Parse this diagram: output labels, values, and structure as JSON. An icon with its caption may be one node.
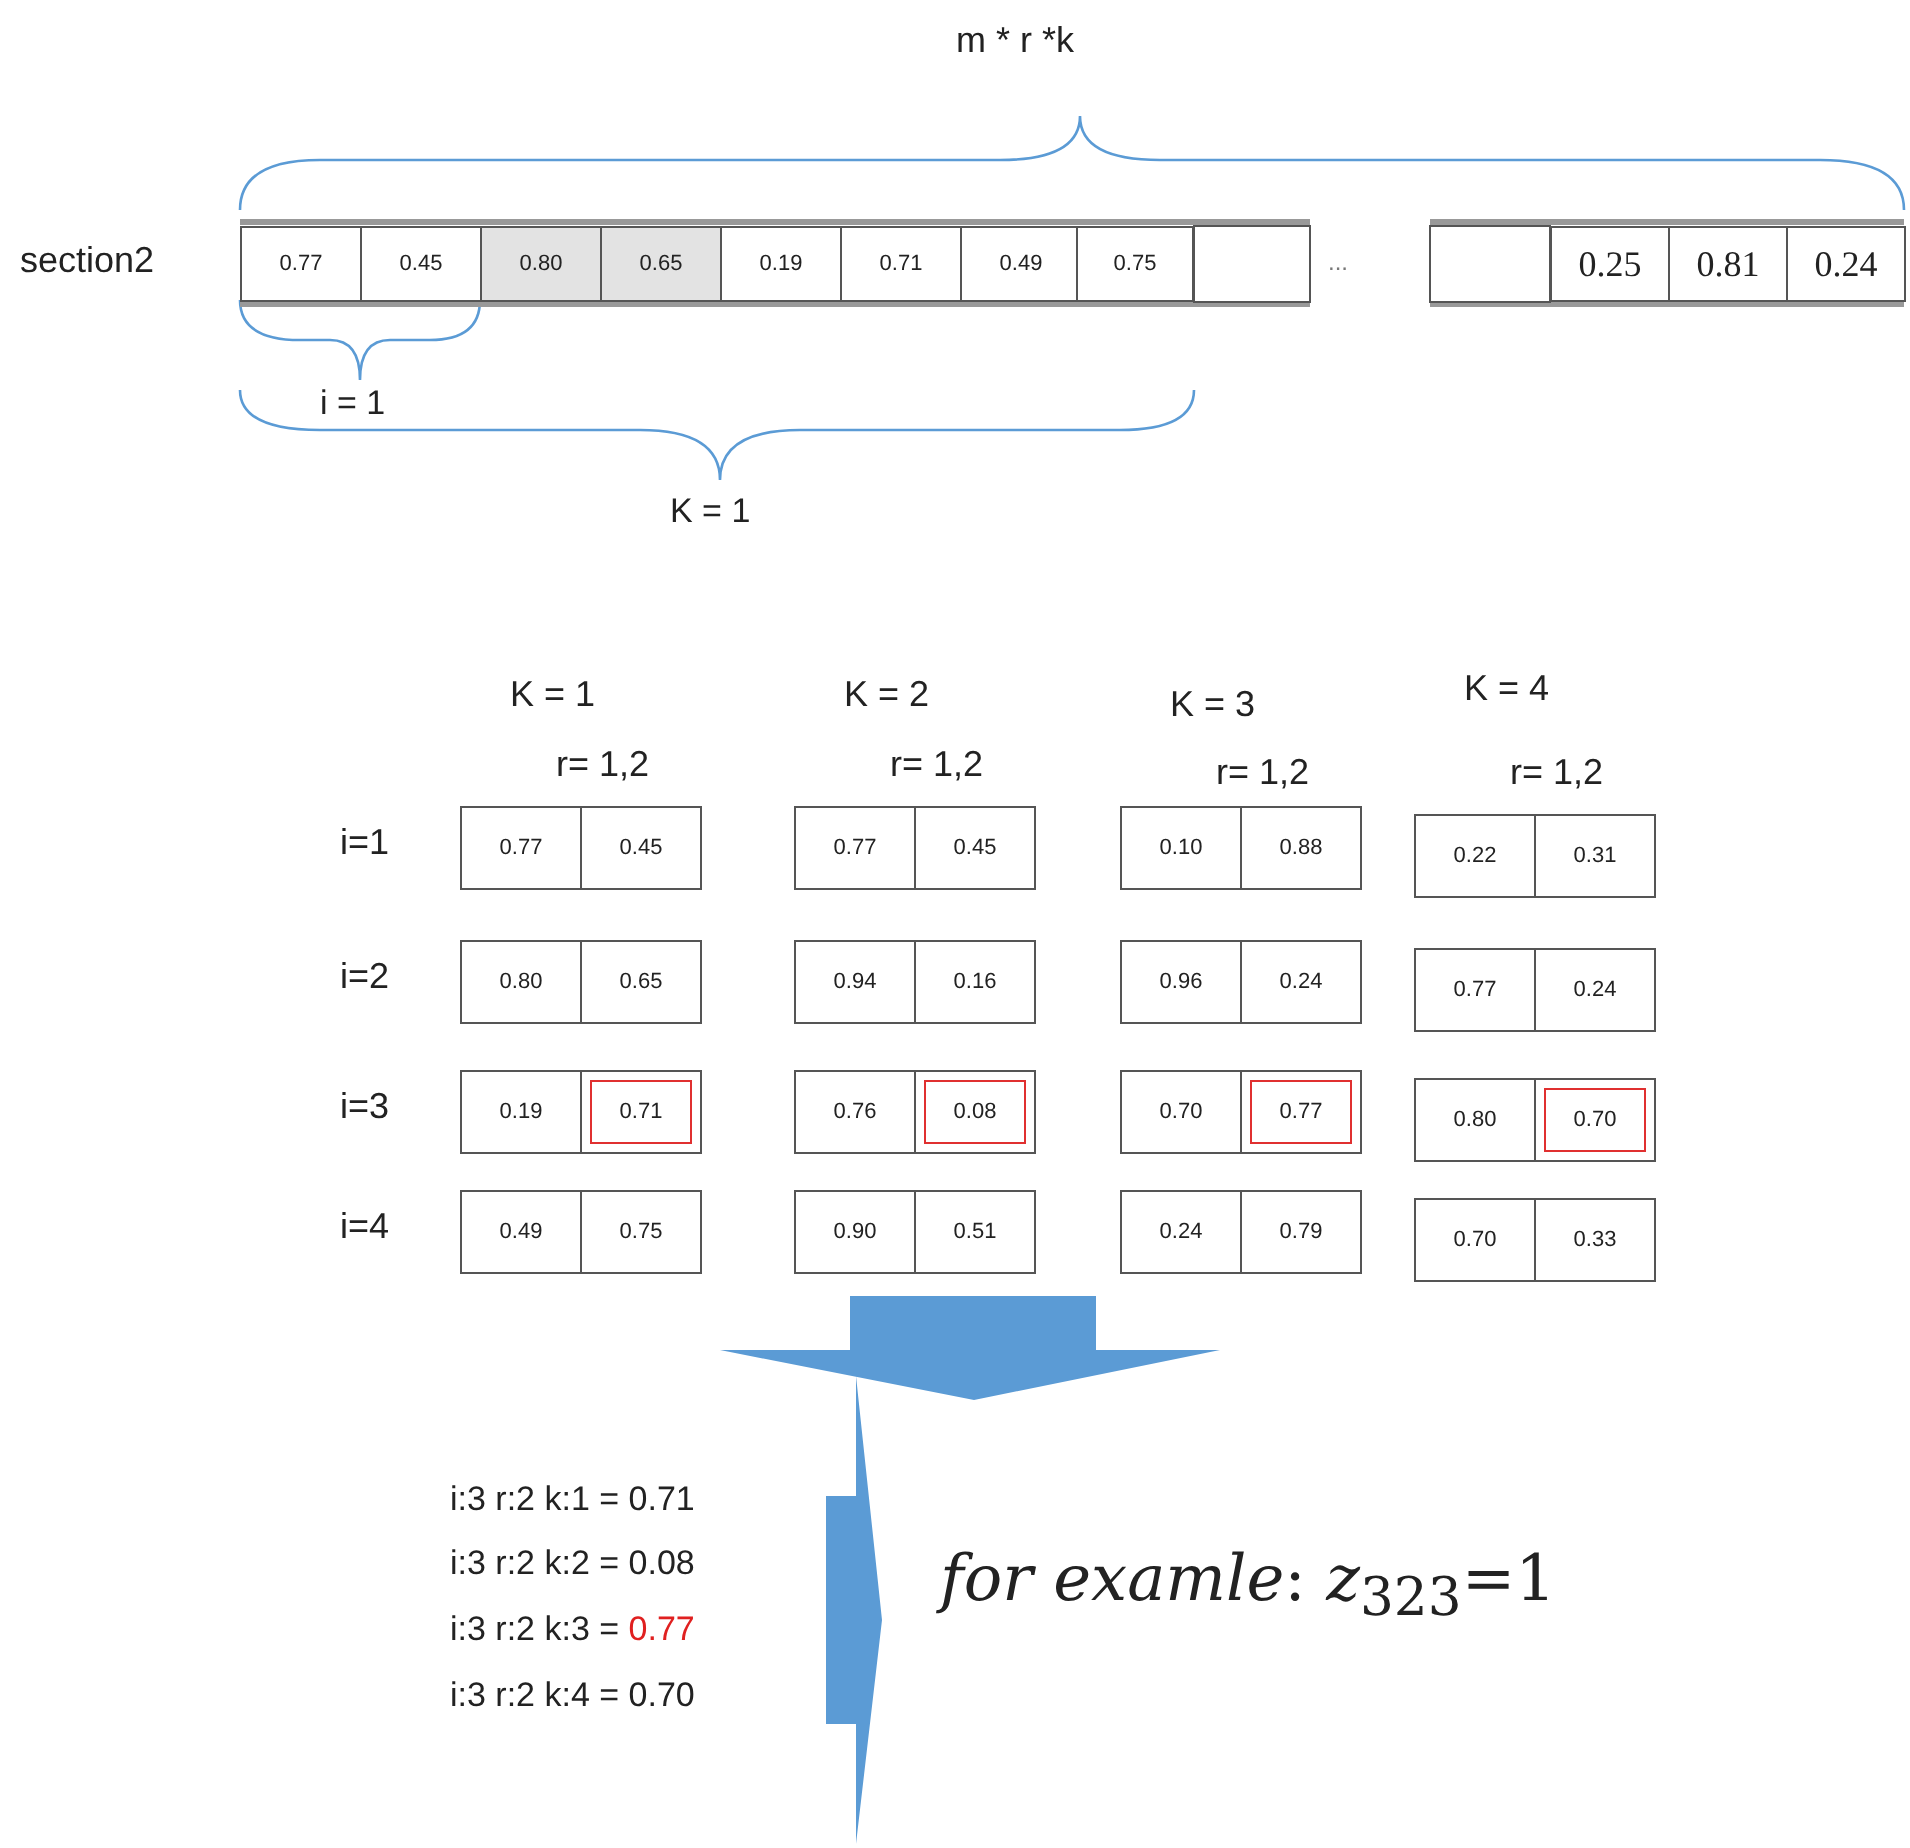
{
  "diagram": {
    "labels": [
      "m * r *k",
      "section2",
      "0.77",
      "0.45",
      "0.80",
      "0.65",
      "0.19",
      "0.71",
      "0.49",
      "0.75",
      "...",
      "0.25",
      "0.81",
      "0.24",
      "i = 1",
      "K = 1",
      "K = 1",
      "K = 2",
      "K = 3",
      "K = 4",
      "r= 1,2",
      "r= 1,2",
      "r= 1,2",
      "r= 1,2",
      "i=1",
      "0.77",
      "0.45",
      "0.77",
      "0.45",
      "0.10",
      "0.88",
      "0.22",
      "0.31",
      "i=2",
      "0.80",
      "0.65",
      "0.94",
      "0.16",
      "0.96",
      "0.24",
      "0.77",
      "0.24",
      "i=3",
      "0.19",
      "0.71",
      "0.76",
      "0.08",
      "0.70",
      "0.77",
      "0.80",
      "0.70",
      "i=4",
      "0.49",
      "0.75",
      "0.90",
      "0.51",
      "0.24",
      "0.79",
      "0.70",
      "0.33",
      "i:3  r:2  k:1 =",
      "0.71",
      "i:3  r:2  k:2 =",
      "0.08",
      "i:3  r:2  k:3 =",
      "0.77",
      "i:3  r:2  k:4 =",
      "0.70",
      "*for examle*: *z*$_{323}$=1"
    ]
  }
}
